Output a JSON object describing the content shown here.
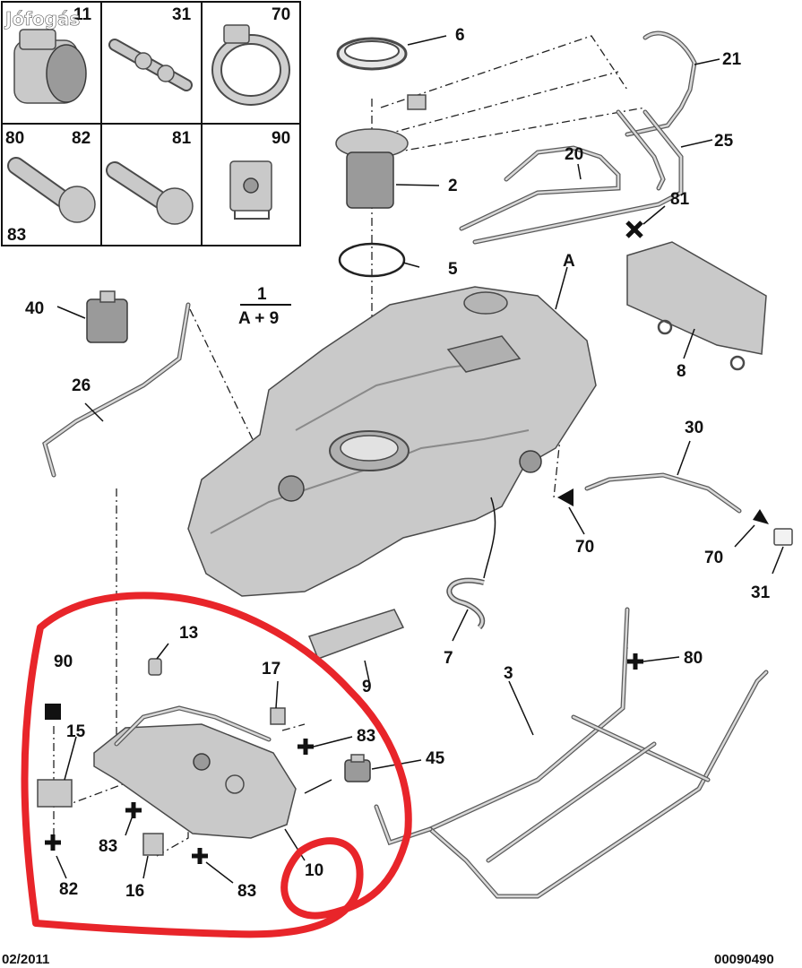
{
  "watermark": "Jófogás",
  "footer": {
    "date": "02/2011",
    "ref": "00090490"
  },
  "assembly_label": {
    "num": "1",
    "den": "A + 9"
  },
  "inset_labels": {
    "cell_11": "11",
    "cell_31": "31",
    "cell_70": "70",
    "cell_80": "80",
    "cell_82": "82",
    "cell_83": "83",
    "cell_81": "81",
    "cell_90": "90"
  },
  "callouts": {
    "c6": "6",
    "c21": "21",
    "c25": "25",
    "c20": "20",
    "c2": "2",
    "c81": "81",
    "c5": "5",
    "cA": "A",
    "c40": "40",
    "c8": "8",
    "c26": "26",
    "c30": "30",
    "c70a": "70",
    "c70b": "70",
    "c31": "31",
    "c7": "7",
    "c3": "3",
    "c80": "80",
    "c13": "13",
    "c90": "90",
    "c17": "17",
    "c15": "15",
    "c83a": "83",
    "c45": "45",
    "c83b": "83",
    "c82": "82",
    "c16": "16",
    "c83c": "83",
    "c10": "10",
    "c9": "9"
  },
  "colors": {
    "highlight": "#e8252a",
    "part_fill": "#c9c9c9",
    "part_stroke": "#4a4a4a",
    "ink": "#111111"
  }
}
